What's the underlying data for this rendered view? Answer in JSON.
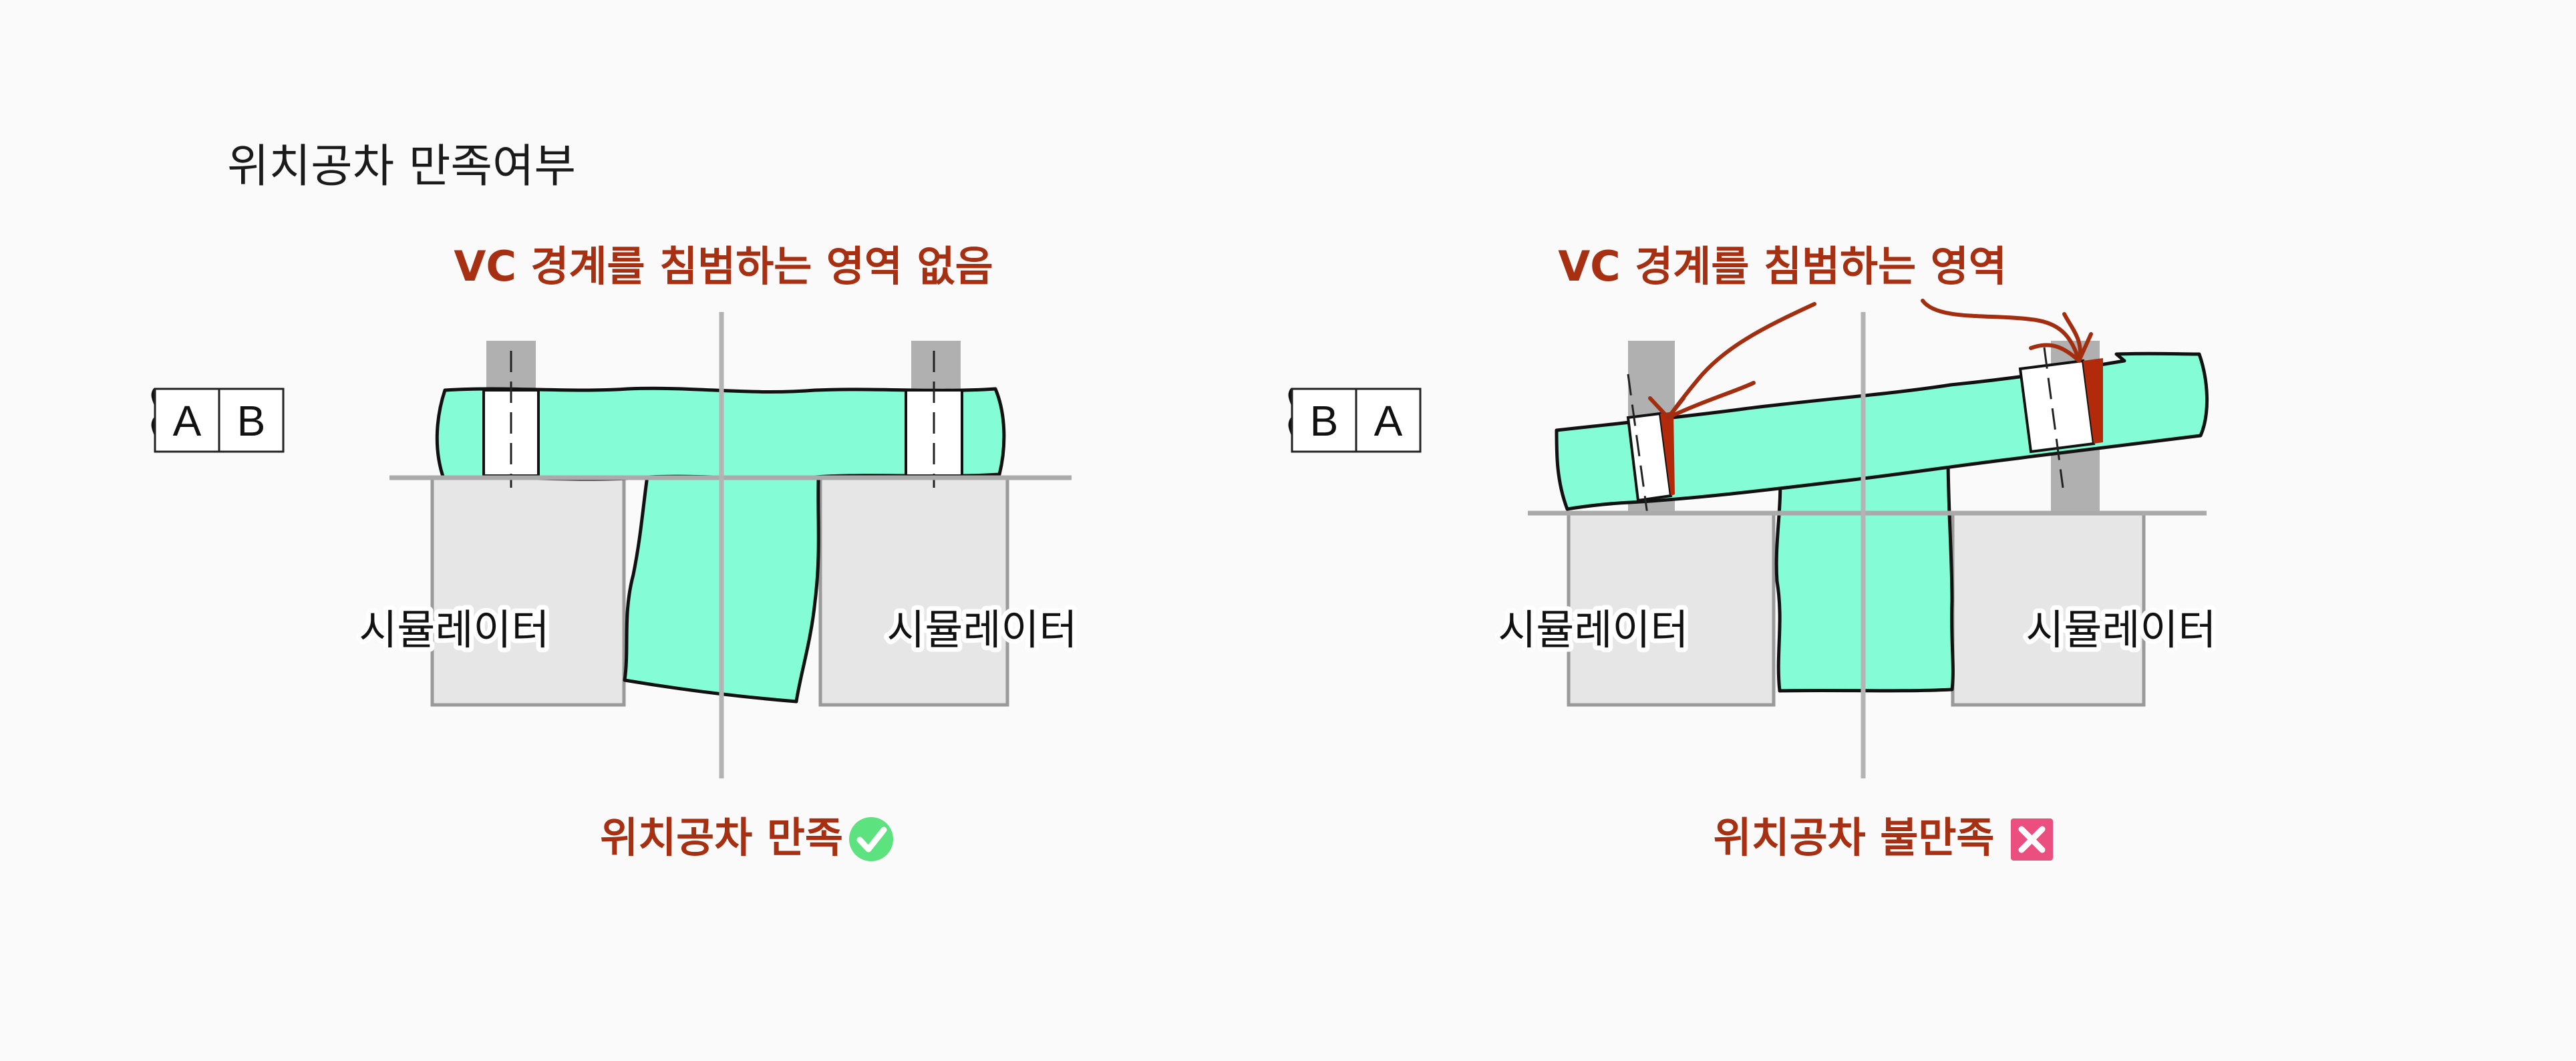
{
  "title": "위치공차 만족여부",
  "left": {
    "datum_frame": [
      "A",
      "B"
    ],
    "annotation": "VC 경계를 침범하는 영역 없음",
    "simulator_left": "시뮬레이터",
    "simulator_right": "시뮬레이터",
    "result_label": "위치공차 만족",
    "result_icon": "check-circle-icon",
    "result_icon_color": "#5ce27e"
  },
  "right": {
    "datum_frame": [
      "B",
      "A"
    ],
    "annotation": "VC 경계를 침범하는 영역",
    "simulator_left": "시뮬레이터",
    "simulator_right": "시뮬레이터",
    "result_label": "위치공차 불만족",
    "result_icon": "x-square-icon",
    "result_icon_color": "#ea4f80"
  },
  "colors": {
    "part_fill": "#84fcd5",
    "annotation_red": "#a63011",
    "violation_fill": "#b22a0a",
    "simulator_fill": "#e6e6e6",
    "pin_fill": "#b0b0b0"
  }
}
